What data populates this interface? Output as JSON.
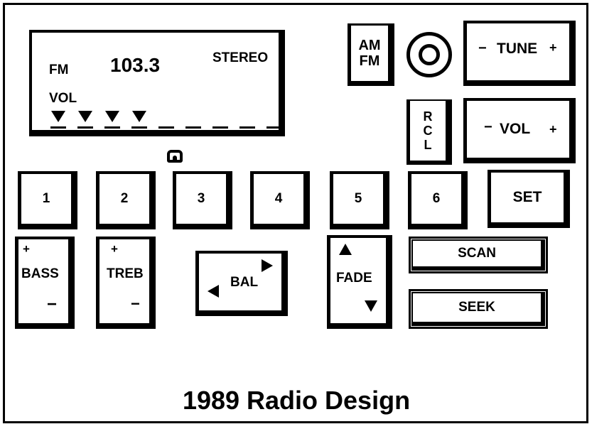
{
  "display": {
    "band": "FM",
    "frequency": "103.3",
    "stereo": "STEREO",
    "volume_label": "VOL",
    "volume_level_bars": 4,
    "volume_total_bars": 9
  },
  "buttons": {
    "amfm_top": "AM",
    "amfm_bottom": "FM",
    "tune_minus": "−",
    "tune_label": "TUNE",
    "tune_plus": "+",
    "vol_minus": "−",
    "vol_label": "VOL",
    "vol_plus": "+",
    "rcl_1": "R",
    "rcl_2": "C",
    "rcl_3": "L",
    "presets": [
      "1",
      "2",
      "3",
      "4",
      "5",
      "6"
    ],
    "set": "SET",
    "bass_plus": "+",
    "bass_label": "BASS",
    "bass_minus": "−",
    "treb_plus": "+",
    "treb_label": "TREB",
    "treb_minus": "−",
    "bal_label": "BAL",
    "fade_label": "FADE",
    "scan": "SCAN",
    "seek": "SEEK"
  },
  "caption": "1989 Radio Design"
}
